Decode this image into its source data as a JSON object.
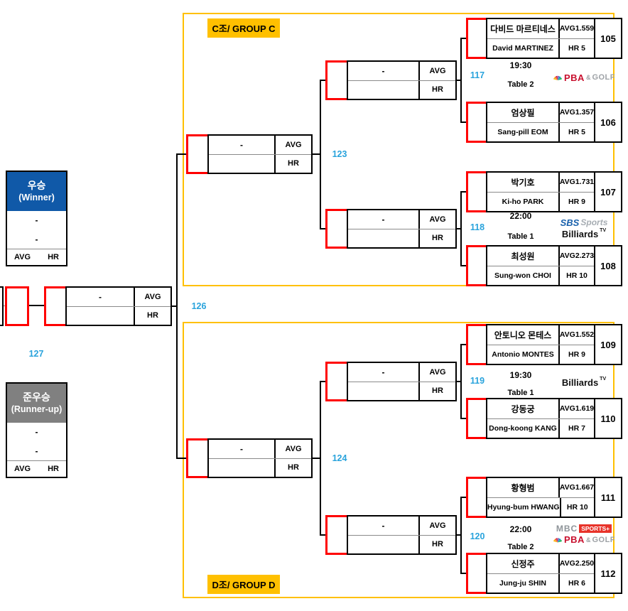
{
  "colors": {
    "group_border": "#FFC000",
    "winner_header_blue": "#1059A8",
    "runnerup_header_gray": "#808080",
    "slot_red": "#FF0000",
    "match_number_blue": "#29A3DC"
  },
  "winner": {
    "title_ko": "우승",
    "title_en": "(Winner)",
    "row1": "-",
    "row2": "-",
    "avg": "AVG",
    "hr": "HR"
  },
  "runnerup": {
    "title_ko": "준우승",
    "title_en": "(Runner-up)",
    "row1": "-",
    "row2": "-",
    "avg": "AVG",
    "hr": "HR"
  },
  "group_c_label": "C조/ GROUP C",
  "group_d_label": "D조/ GROUP D",
  "placeholder": "-",
  "avg_label": "AVG",
  "hr_label": "HR",
  "players": [
    {
      "num": "105",
      "name_ko": "다비드 마르티네스",
      "name_en": "David MARTINEZ",
      "avg": "AVG1.559",
      "hr": "HR 5"
    },
    {
      "num": "106",
      "name_ko": "엄상필",
      "name_en": "Sang-pill EOM",
      "avg": "AVG1.357",
      "hr": "HR 5"
    },
    {
      "num": "107",
      "name_ko": "박기호",
      "name_en": "Ki-ho PARK",
      "avg": "AVG1.731",
      "hr": "HR 9"
    },
    {
      "num": "108",
      "name_ko": "최성원",
      "name_en": "Sung-won CHOI",
      "avg": "AVG2.273",
      "hr": "HR 10"
    },
    {
      "num": "109",
      "name_ko": "안토니오 몬테스",
      "name_en": "Antonio MONTES",
      "avg": "AVG1.552",
      "hr": "HR 9"
    },
    {
      "num": "110",
      "name_ko": "강동궁",
      "name_en": "Dong-koong KANG",
      "avg": "AVG1.619",
      "hr": "HR 7"
    },
    {
      "num": "111",
      "name_ko": "황형범",
      "name_en": "Hyung-bum HWANG",
      "avg": "AVG1.667",
      "hr": "HR 10"
    },
    {
      "num": "112",
      "name_ko": "신정주",
      "name_en": "Jung-ju SHIN",
      "avg": "AVG2.250",
      "hr": "HR 6"
    }
  ],
  "matches": {
    "m117": {
      "num": "117",
      "time": "19:30",
      "table": "Table 2"
    },
    "m118": {
      "num": "118",
      "time": "22:00",
      "table": "Table 1"
    },
    "m119": {
      "num": "119",
      "time": "19:30",
      "table": "Table 1"
    },
    "m120": {
      "num": "120",
      "time": "22:00",
      "table": "Table 2"
    },
    "m123": {
      "num": "123"
    },
    "m124": {
      "num": "124"
    },
    "m126": {
      "num": "126"
    },
    "m127": {
      "num": "127"
    }
  },
  "logos": {
    "pba": "PBA",
    "amp": "&",
    "golf": "GOLF",
    "sbs": "SBS",
    "sports": "Sports",
    "billiards": "Billiards",
    "tv": "TV",
    "mbc": "MBC",
    "mbc_sports": "SPORTS+"
  }
}
